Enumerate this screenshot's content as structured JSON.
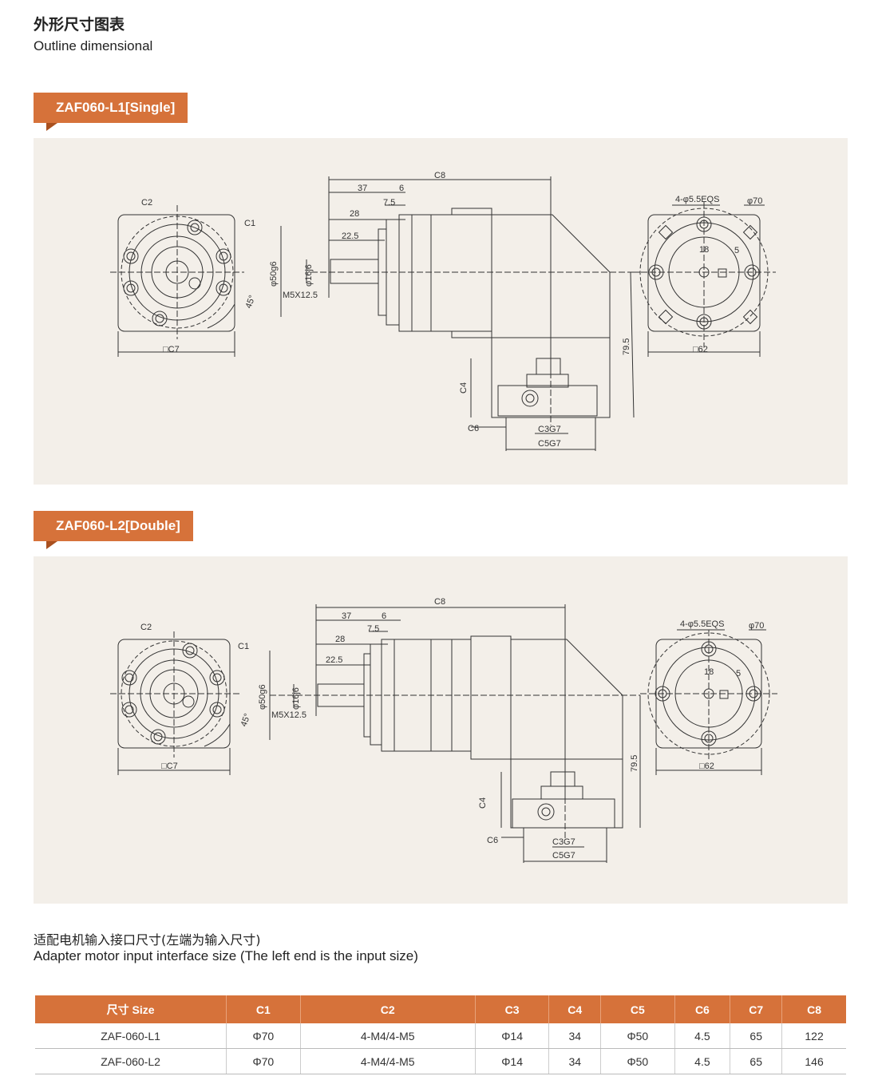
{
  "header": {
    "title_cn": "外形尺寸图表",
    "title_en": "Outline dimensional"
  },
  "sections": [
    {
      "tag": "ZAF060-L1[Single]",
      "labels": {
        "c8": "C8",
        "d37": "37",
        "d6": "6",
        "d75": "7.5",
        "d28": "28",
        "d225": "22.5",
        "c2": "C2",
        "c1": "C1",
        "phi50": "φ50g6",
        "phi16": "φ16j6",
        "m5": "M5X12.5",
        "deg45": "45°",
        "c7": "□C7",
        "c4": "C4",
        "c6": "C6",
        "c3": "C3G7",
        "c5": "C5G7",
        "d795": "79.5",
        "holes": "4-φ5.5EQS",
        "phi70": "φ70",
        "d18": "18",
        "d5": "5",
        "sq62": "□62"
      }
    },
    {
      "tag": "ZAF060-L2[Double]",
      "labels": {
        "c8": "C8",
        "d37": "37",
        "d6": "6",
        "d75": "7.5",
        "d28": "28",
        "d225": "22.5",
        "c2": "C2",
        "c1": "C1",
        "phi50": "φ50g6",
        "phi16": "φ16j6",
        "m5": "M5X12.5",
        "deg45": "45°",
        "c7": "□C7",
        "c4": "C4",
        "c6": "C6",
        "c3": "C3G7",
        "c5": "C5G7",
        "d795": "79.5",
        "holes": "4-φ5.5EQS",
        "phi70": "φ70",
        "d18": "18",
        "d5": "5",
        "sq62": "□62"
      }
    }
  ],
  "adapter": {
    "title_cn": "适配电机输入接口尺寸(左端为输入尺寸)",
    "title_en": "Adapter motor input interface size (The left end is the input size)"
  },
  "table": {
    "headers": [
      "尺寸 Size",
      "C1",
      "C2",
      "C3",
      "C4",
      "C5",
      "C6",
      "C7",
      "C8"
    ],
    "rows": [
      [
        "ZAF-060-L1",
        "Φ70",
        "4-M4/4-M5",
        "Φ14",
        "34",
        "Φ50",
        "4.5",
        "65",
        "122"
      ],
      [
        "ZAF-060-L2",
        "Φ70",
        "4-M4/4-M5",
        "Φ14",
        "34",
        "Φ50",
        "4.5",
        "65",
        "146"
      ]
    ]
  },
  "colors": {
    "accent": "#d6723a",
    "panel": "#f3efe9",
    "line": "#333333"
  }
}
